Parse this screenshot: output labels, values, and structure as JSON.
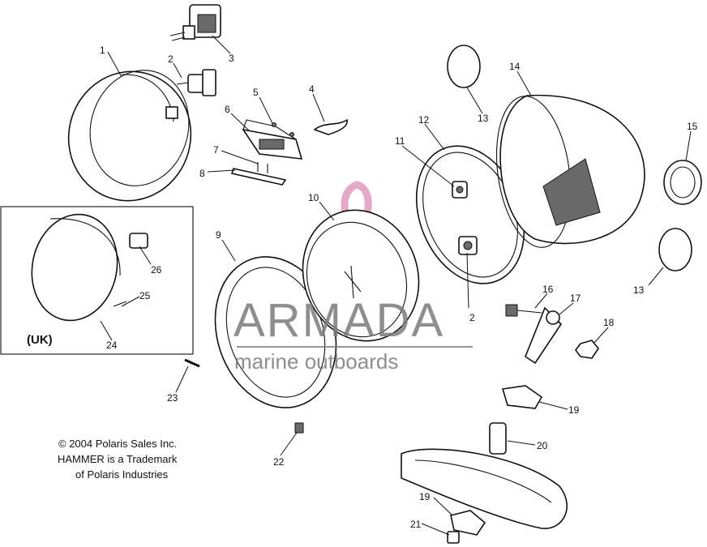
{
  "watermark": {
    "brand": "ARMADA",
    "tagline": "marine outboards",
    "color": "#d98cb3"
  },
  "inset_label": "(UK)",
  "copyright": [
    "© 2004 Polaris Sales Inc.",
    "HAMMER is a Trademark",
    "of Polaris Industries"
  ],
  "callouts": {
    "c1": "1",
    "c2a": "2",
    "c2b": "2",
    "c3": "3",
    "c4": "4",
    "c5": "5",
    "c6": "6",
    "c7": "7",
    "c8": "8",
    "c9": "9",
    "c10": "10",
    "c11": "11",
    "c12": "12",
    "c13a": "13",
    "c13b": "13",
    "c14": "14",
    "c15": "15",
    "c16": "16",
    "c17": "17",
    "c18": "18",
    "c19a": "19",
    "c19b": "19",
    "c20": "20",
    "c21": "21",
    "c22": "22",
    "c23": "23",
    "c24": "24",
    "c25": "25",
    "c26": "26"
  }
}
